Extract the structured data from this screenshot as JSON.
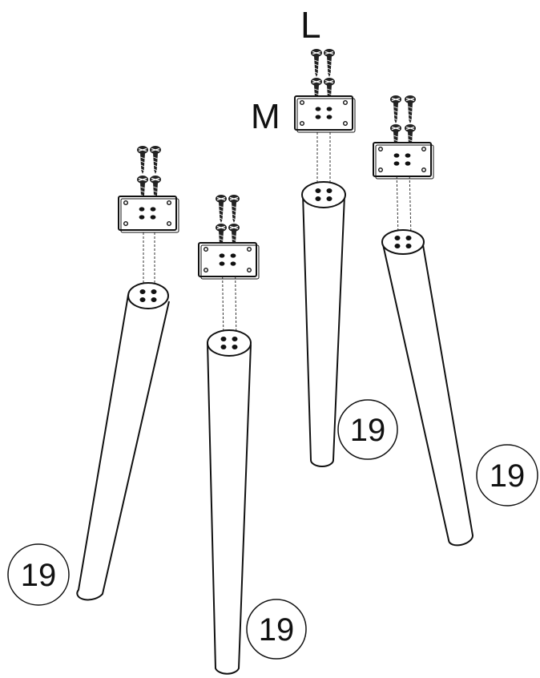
{
  "labels": {
    "screw": "L",
    "plate": "M"
  },
  "legs": [
    {
      "part": "19"
    },
    {
      "part": "19"
    },
    {
      "part": "19"
    },
    {
      "part": "19"
    }
  ],
  "colors": {
    "line": "#111111",
    "fill": "#ffffff",
    "screw": "#222222"
  }
}
